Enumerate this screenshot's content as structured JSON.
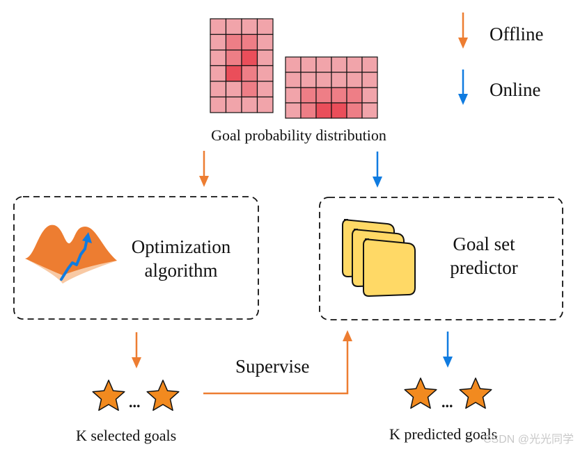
{
  "legend": {
    "offline": {
      "label": "Offline",
      "color": "#ED7D31"
    },
    "online": {
      "label": "Online",
      "color": "#0F7BE0"
    }
  },
  "distribution": {
    "caption": "Goal probability distribution",
    "grids": [
      {
        "rows": 6,
        "cols": 4,
        "shades": [
          [
            1,
            1,
            1,
            1
          ],
          [
            1,
            2,
            2,
            1
          ],
          [
            1,
            2,
            3,
            1
          ],
          [
            1,
            3,
            2,
            1
          ],
          [
            1,
            1,
            2,
            1
          ],
          [
            1,
            1,
            1,
            1
          ]
        ]
      },
      {
        "rows": 4,
        "cols": 6,
        "shades": [
          [
            1,
            1,
            1,
            1,
            1,
            1
          ],
          [
            1,
            1,
            1,
            1,
            1,
            1
          ],
          [
            1,
            2,
            2,
            2,
            2,
            1
          ],
          [
            1,
            2,
            3,
            3,
            2,
            1
          ]
        ]
      }
    ],
    "shade_colors": {
      "1": "#F1A4AA",
      "2": "#EE7E86",
      "3": "#EA4E5A"
    }
  },
  "optimization": {
    "line1": "Optimization",
    "line2": "algorithm"
  },
  "predictor": {
    "line1": "Goal set",
    "line2": "predictor"
  },
  "supervise": "Supervise",
  "selected": {
    "ellipsis": "...",
    "caption": "K selected goals"
  },
  "predicted": {
    "ellipsis": "...",
    "caption": "K predicted goals"
  },
  "colors": {
    "star": "#F28A1F",
    "card": "#FFD966",
    "hill": "#ED7D31"
  },
  "watermark": "CSDN @光光同学"
}
